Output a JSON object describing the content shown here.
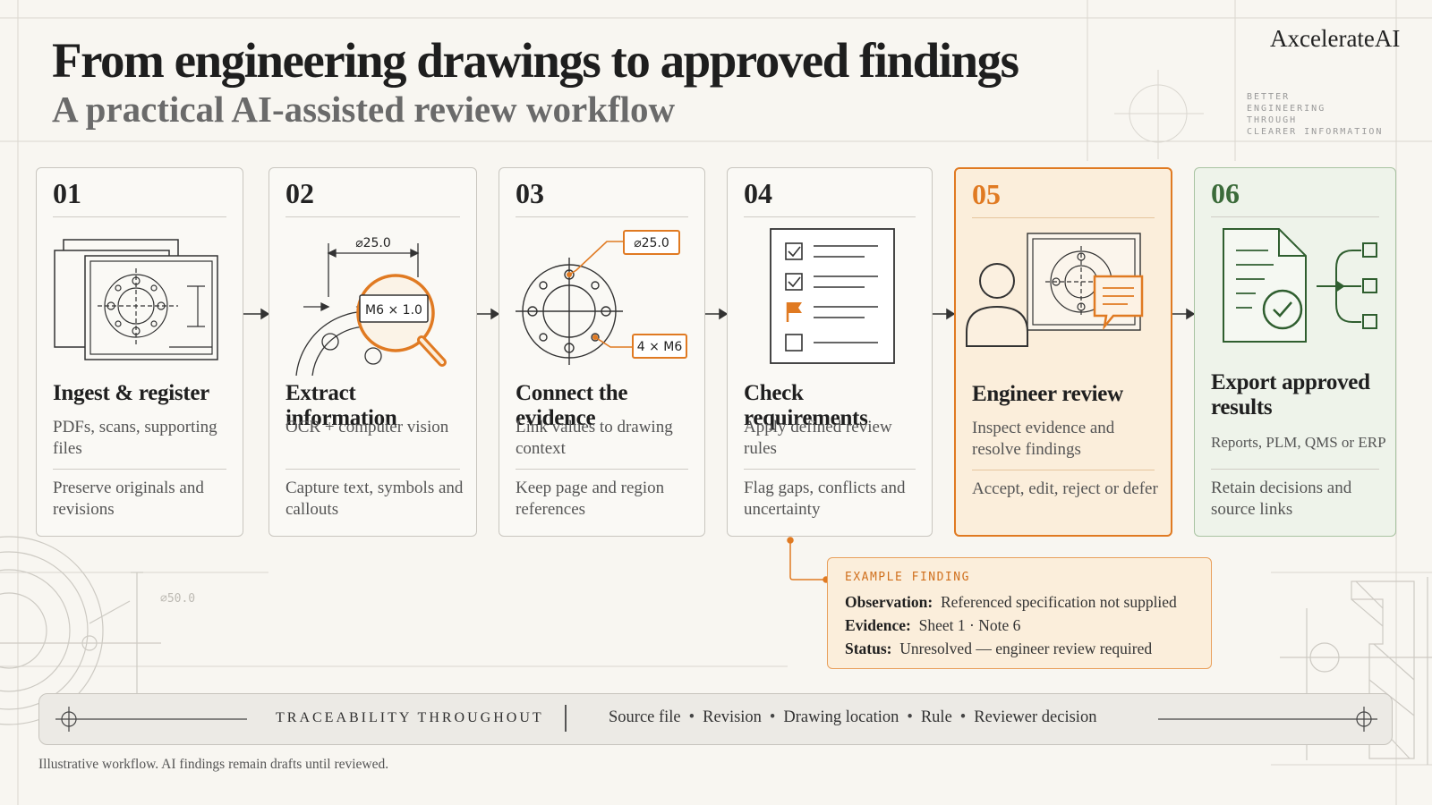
{
  "header": {
    "title": "From engineering drawings to approved findings",
    "subtitle": "A practical AI-assisted review workflow",
    "brand": "AxcelerateAI",
    "tagline": [
      "BETTER",
      "ENGINEERING",
      "THROUGH",
      "CLEARER INFORMATION"
    ]
  },
  "steps": [
    {
      "num": "01",
      "title": "Ingest & register",
      "desc": "PDFs, scans, supporting files",
      "note": "Preserve originals and revisions"
    },
    {
      "num": "02",
      "title": "Extract information",
      "desc": "OCR + computer vision",
      "note": "Capture text, symbols and callouts",
      "dim": "⌀25.0",
      "callout": "M6 × 1.0"
    },
    {
      "num": "03",
      "title": "Connect the evidence",
      "desc": "Link values to drawing context",
      "note": "Keep page and region references",
      "tag1": "⌀25.0",
      "tag2": "4 × M6"
    },
    {
      "num": "04",
      "title": "Check requirements",
      "desc": "Apply defined review rules",
      "note": "Flag gaps, conflicts and uncertainty"
    },
    {
      "num": "05",
      "title": "Engineer review",
      "desc": "Inspect evidence and resolve findings",
      "note": "Accept, edit, reject or defer"
    },
    {
      "num": "06",
      "title": "Export approved results",
      "desc": "Reports, PLM, QMS or ERP",
      "note": "Retain decisions and source links"
    }
  ],
  "finding": {
    "label": "EXAMPLE FINDING",
    "rows": [
      {
        "key": "Observation:",
        "value": "Referenced specification not supplied"
      },
      {
        "key": "Evidence:",
        "value": "Sheet 1 · Note 6"
      },
      {
        "key": "Status:",
        "value": "Unresolved — engineer review required"
      }
    ]
  },
  "traceability": {
    "title": "TRACEABILITY THROUGHOUT",
    "items": [
      "Source file",
      "Revision",
      "Drawing location",
      "Rule",
      "Reviewer decision"
    ]
  },
  "background": {
    "dim_label": "⌀50.0"
  },
  "footer": "Illustrative workflow. AI findings remain drafts until reviewed.",
  "colors": {
    "accent": "#e07a22",
    "green": "#3b6b3a",
    "ink": "#2b2b2b",
    "paper": "#f8f6f1"
  }
}
